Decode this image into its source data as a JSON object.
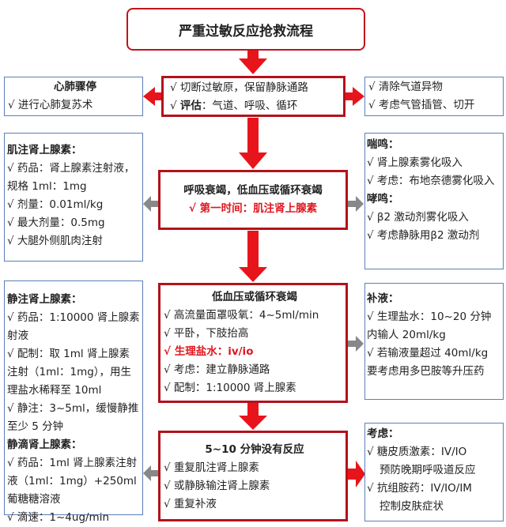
{
  "title": "严重过敏反应抢救流程",
  "colors": {
    "main_border": "#b3121b",
    "side_border": "#5b7fb8",
    "red_arrow": "#e8141c",
    "gray_arrow": "#888888",
    "highlight_text": "#e0161f"
  },
  "step1": {
    "line1": "√ 切断过敏原，保留静脉通路",
    "line2_prefix": "√ ",
    "line2_bold": "评估",
    "line2_rest": "：气道、呼吸、循环",
    "left": {
      "heading": "心肺骤停",
      "items": [
        "√ 进行心肺复苏术"
      ]
    },
    "right": {
      "items": [
        "√ 清除气道异物",
        "√ 考虑气管插管、切开"
      ]
    }
  },
  "step2": {
    "heading": "呼吸衰竭，低血压或循环衰竭",
    "highlight": "√ 第一时间：肌注肾上腺素",
    "left": {
      "heading": "肌注肾上腺素：",
      "items": [
        "√ 药品：肾上腺素注射液，规格 1ml：1mg",
        "√ 剂量：0.01ml/kg",
        "√ 最大剂量：0.5mg",
        "√ 大腿外侧肌肉注射"
      ]
    },
    "right": {
      "heading1": "喘鸣：",
      "items1": [
        "√ 肾上腺素雾化吸入",
        "√ 考虑：布地奈德雾化吸入"
      ],
      "heading2": "哮鸣：",
      "items2": [
        "√ β2 激动剂雾化吸入",
        "√ 考虑静脉用β2 激动剂"
      ]
    }
  },
  "step3": {
    "heading": "低血压或循环衰竭",
    "items": [
      "√ 高流量面罩吸氧：4~5ml/min",
      "√ 平卧，下肢抬高",
      "√ 生理盐水：iv/io",
      "√ 考虑：建立静脉通路",
      "√ 配制：1:10000 肾上腺素"
    ],
    "left": {
      "heading1": "静注肾上腺素：",
      "items1": [
        "√ 药品：1:10000 肾上腺素射液",
        "√ 配制：取 1ml 肾上腺素注射（1ml：1mg），用生理盐水稀释至 10ml",
        "√ 静注：3~5ml，缓慢静推至少 5 分钟"
      ],
      "heading2": "静滴肾上腺素：",
      "items2": [
        "√ 药品：1ml 肾上腺素注射液（1ml：1mg）+250ml 葡糖糖溶液",
        "√ 滴速：1~4ug/min"
      ]
    },
    "right": {
      "heading": "补液：",
      "items": [
        "√ 生理盐水：10~20 分钟内输人 20ml/kg",
        "√ 若输液量超过 40ml/kg 要考虑用多巴胺等升压药"
      ]
    }
  },
  "step4": {
    "heading": "5~10 分钟没有反应",
    "items": [
      "√ 重复肌注肾上腺素",
      "√ 或静脉输注肾上腺素",
      "√ 重复补液"
    ],
    "right": {
      "heading": "考虑：",
      "items": [
        "√ 糖皮质激素：IV/IO",
        "预防晚期呼吸道反应",
        "√ 抗组胺药：IV/IO/IM",
        "控制皮肤症状"
      ]
    }
  }
}
